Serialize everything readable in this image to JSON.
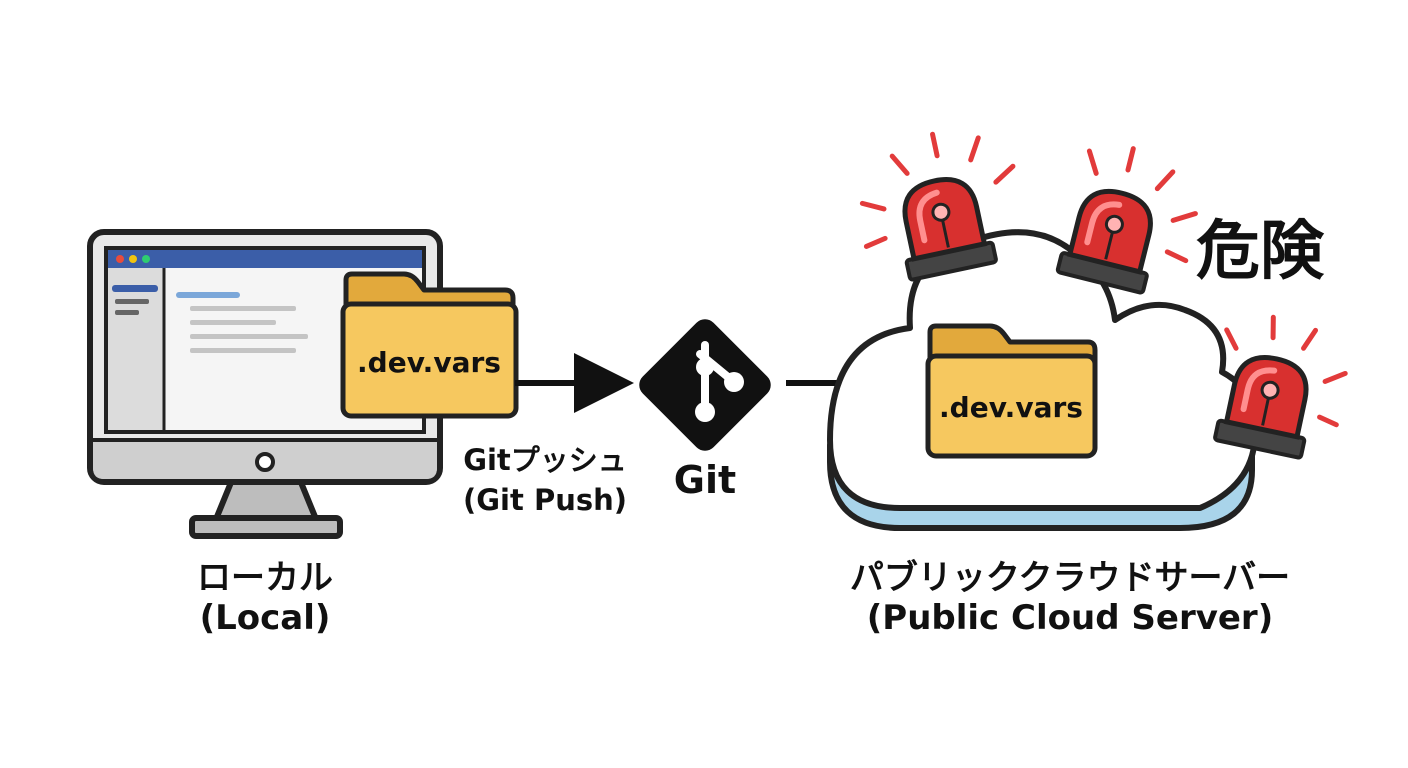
{
  "computer": {
    "file": ".dev.vars",
    "label_jp": "ローカル",
    "label_en": "(Local)"
  },
  "push": {
    "label_jp": "Gitプッシュ",
    "label_en": "(Git Push)"
  },
  "git": {
    "icon": "git-logo-icon",
    "label": "Git"
  },
  "cloud": {
    "file": ".dev.vars",
    "label_jp": "パブリッククラウドサーバー",
    "label_en": "(Public Cloud Server)"
  },
  "warning": {
    "text": "危険",
    "icon": "siren-icon",
    "color": "#e23b3b"
  },
  "colors": {
    "folder": "#f6c85f",
    "folder_tab": "#e2a93c",
    "cloud_shadow": "#a9d4ea",
    "window_bar": "#3b5ea8"
  }
}
